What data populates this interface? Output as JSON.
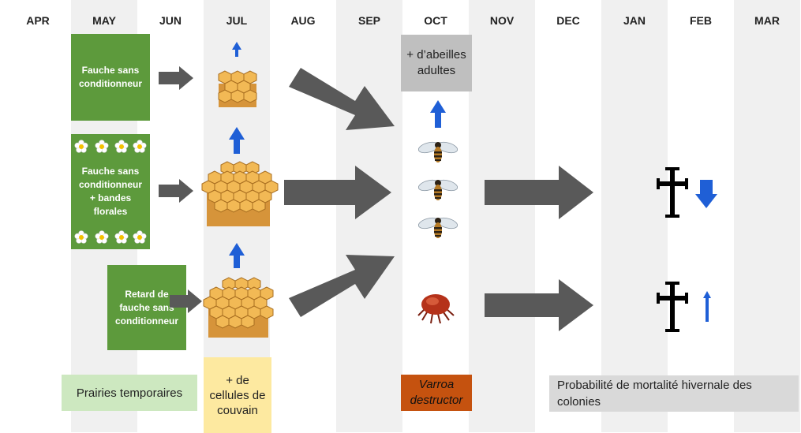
{
  "months": [
    "APR",
    "MAY",
    "JUN",
    "JUL",
    "AUG",
    "SEP",
    "OCT",
    "NOV",
    "DEC",
    "JAN",
    "FEB",
    "MAR"
  ],
  "boxes": {
    "fauche": "Fauche sans conditionneur",
    "fauche_bandes": "Fauche sans conditionneur + bandes florales",
    "retard": "Retard de fauche sans conditionneur"
  },
  "labels": {
    "prairies": "Prairies temporaires",
    "couvain": "+ de cellules de couvain",
    "abeilles": "+ d’abeilles adultes",
    "varroa": "Varroa destructor",
    "mortalite": "Probabilité de mortalité hivernale des colonies"
  },
  "colors": {
    "green": "#5d9a3c",
    "arrow": "#595959",
    "blue": "#1f5fd6",
    "varroa_bg": "#c5520f"
  }
}
